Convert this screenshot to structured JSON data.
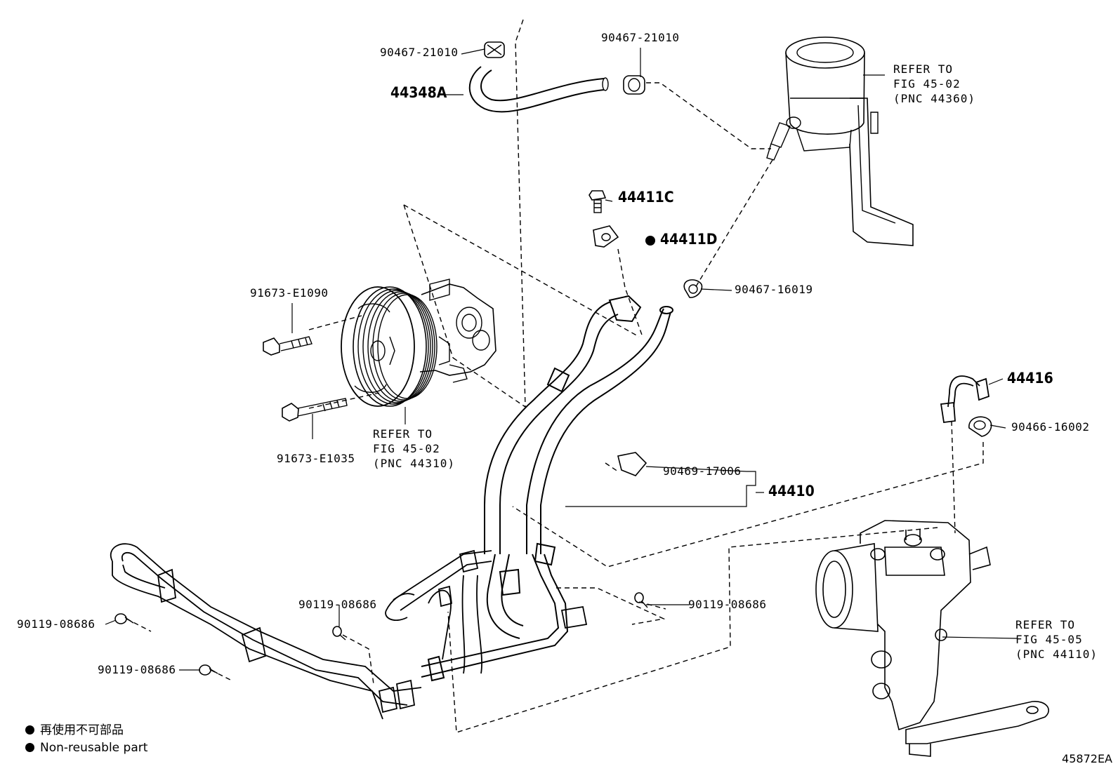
{
  "part_labels": {
    "p90467_21010_a": "90467-21010",
    "p44348a": "44348A",
    "p90467_21010_b": "90467-21010",
    "p44411c": "44411C",
    "p44411d": "44411D",
    "p90467_16019": "90467-16019",
    "p91673_e1090": "91673-E1090",
    "p91673_e1035": "91673-E1035",
    "p44416": "44416",
    "p90466_16002": "90466-16002",
    "p90469_17006": "90469-17006",
    "p44410": "44410",
    "p90119_08686_a": "90119-08686",
    "p90119_08686_b": "90119-08686",
    "p90119_08686_c": "90119-08686",
    "p90119_08686_d": "90119-08686"
  },
  "references": {
    "reservoir": [
      "REFER TO",
      "FIG 45-02",
      "(PNC 44360)"
    ],
    "pump": [
      "REFER TO",
      "FIG 45-02",
      "(PNC 44310)"
    ],
    "gear": [
      "REFER TO",
      "FIG 45-05",
      "(PNC 44110)"
    ]
  },
  "legend": {
    "line1": "再使用不可部品",
    "line2": "Non-reusable part"
  },
  "figure_number": "45872EA",
  "colors": {
    "line": "#000000",
    "background": "#ffffff"
  }
}
